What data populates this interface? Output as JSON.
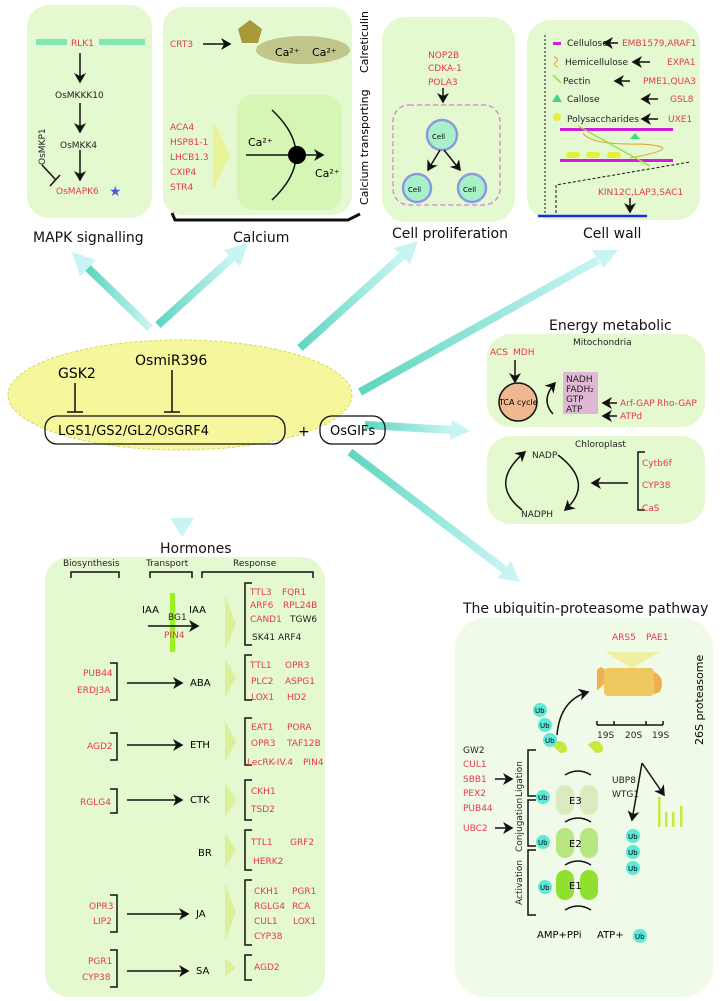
{
  "colors": {
    "box": "#e4f9cf",
    "gene_red": "#e8384f",
    "arrow_cyan": "#6dd9c6",
    "core_yellow": "#f6f79c"
  },
  "mapk": {
    "title": "MAPK signalling",
    "rlk": "RLK1",
    "mkkk": "OsMKKK10",
    "mkk": "OsMKK4",
    "mapk": "OsMAPK6",
    "mkp": "OsMKP1"
  },
  "calcium": {
    "title": "Calcium",
    "calreticulin": "Calreticulin",
    "transporting": "Calcium transporting",
    "crt": "CRT3",
    "ca": "Ca²⁺",
    "genes": [
      "ACA4",
      "HSP81-1",
      "LHCB1.3",
      "CXIP4",
      "STR4"
    ]
  },
  "prolif": {
    "title": "Cell proliferation",
    "genes": [
      "NOP2B",
      "CDKA-1",
      "POLA3"
    ],
    "cell": "Cell"
  },
  "wall": {
    "title": "Cell wall",
    "items": [
      {
        "name": "Cellulose",
        "genes": "EMB1579,ARAF1"
      },
      {
        "name": "Hemicellulose",
        "genes": "EXPA1"
      },
      {
        "name": "Pectin",
        "genes": "PME1,QUA3"
      },
      {
        "name": "Callose",
        "genes": "GSL8"
      },
      {
        "name": "Polysaccharides",
        "genes": "UXE1"
      }
    ],
    "bottom_genes": "KIN12C,LAP3,SAC1"
  },
  "core": {
    "gsk": "GSK2",
    "mir": "OsmiR396",
    "complex": "LGS1/GS2/GL2/OsGRF4",
    "plus": "+",
    "gifs": "OsGIFs"
  },
  "energy": {
    "title": "Energy metabolic",
    "mito": "Mitochondria",
    "acs": "ACS",
    "mdh": "MDH",
    "tca": "TCA cycle",
    "products": [
      "NADH",
      "FADH₂",
      "GTP",
      "ATP"
    ],
    "arf": "Arf-GAP",
    "rho": "Rho-GAP",
    "atpd": "ATPd",
    "chloro": "Chloroplast",
    "nadp": "NADP",
    "nadph": "NADPH",
    "chl_genes": [
      "Cytb6f",
      "CYP38",
      "CaS"
    ]
  },
  "hormones": {
    "title": "Hormones",
    "headers": [
      "Biosynthesis",
      "Transport",
      "Response"
    ],
    "iaa": "IAA",
    "bg1": "BG1",
    "pin4": "PIN4",
    "names": [
      "ABA",
      "ETH",
      "CTK",
      "BR",
      "JA",
      "SA"
    ],
    "iaa_resp": [
      "TTL3",
      "FQR1",
      "ARF6",
      "RPL24B",
      "CAND1",
      "TGW6",
      "SK41",
      "ARF4"
    ],
    "aba_bio": [
      "PUB44",
      "ERDJ3A"
    ],
    "aba_resp": [
      "TTL1",
      "OPR3",
      "PLC2",
      "ASPG1",
      "LOX1",
      "HD2"
    ],
    "eth_bio": [
      "AGD2"
    ],
    "eth_resp": [
      "EAT1",
      "PORA",
      "OPR3",
      "TAF12B",
      "LecRK-IV.4",
      "PIN4"
    ],
    "ctk_bio": [
      "RGLG4"
    ],
    "ctk_resp": [
      "CKH1",
      "TSD2"
    ],
    "br_resp": [
      "TTL1",
      "GRF2",
      "HERK2"
    ],
    "ja_bio": [
      "OPR3",
      "LIP2"
    ],
    "ja_resp": [
      "CKH1",
      "PGR1",
      "RGLG4",
      "RCA",
      "CUL1",
      "LOX1",
      "CYP38"
    ],
    "sa_bio": [
      "PGR1",
      "CYP38"
    ],
    "sa_resp": [
      "AGD2"
    ]
  },
  "ubiquitin": {
    "title": "The ubiquitin-proteasome pathway",
    "ars": "ARS5",
    "pae": "PAE1",
    "proteasome": "26S proteasome",
    "sub": [
      "19S",
      "20S",
      "19S"
    ],
    "ub": "Ub",
    "ligases": [
      "GW2",
      "CUL1",
      "SBB1",
      "PEX2",
      "PUB44"
    ],
    "ubc": "UBC2",
    "stages": [
      "Ligation",
      "Conjugation",
      "Activation"
    ],
    "enzymes": [
      "E3",
      "E2",
      "E1"
    ],
    "ubp": "UBP8",
    "wtg": "WTG1",
    "amp": "AMP+PPi",
    "atp": "ATP+"
  }
}
